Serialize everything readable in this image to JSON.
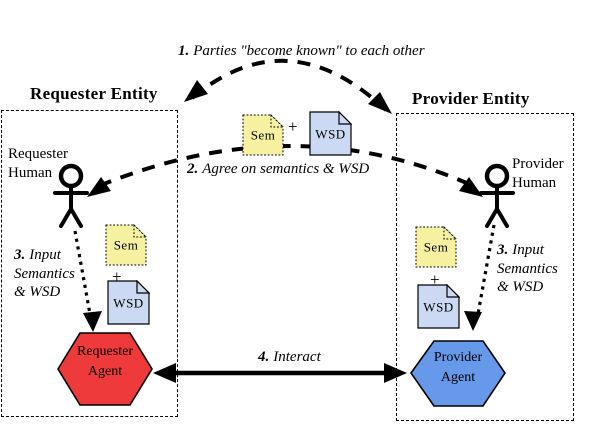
{
  "colors": {
    "background": "#ffffff",
    "line": "#000000",
    "sem_fill": "#f5f1a1",
    "wsd_fill": "#ccd9f3",
    "requester_agent_fill": "#ee3a3a",
    "provider_agent_fill": "#6699ea"
  },
  "requester": {
    "entity_title": "Requester Entity",
    "human": {
      "line1": "Requester",
      "line2": "Human"
    },
    "agent": {
      "line1": "Requester",
      "line2": "Agent"
    },
    "docs": {
      "sem": "Sem",
      "plus": "+",
      "wsd": "WSD"
    }
  },
  "provider": {
    "entity_title": "Provider Entity",
    "human": {
      "line1": "Provider",
      "line2": "Human"
    },
    "agent": {
      "line1": "Provider",
      "line2": "Agent"
    },
    "docs": {
      "sem": "Sem",
      "plus": "+",
      "wsd": "WSD"
    }
  },
  "center_docs": {
    "sem": "Sem",
    "plus": "+",
    "wsd": "WSD"
  },
  "steps": {
    "step1": {
      "number": "1.",
      "label": "Parties \"become known\" to each other"
    },
    "step2": {
      "number": "2.",
      "label": "Agree on semantics & WSD"
    },
    "step3_requester": {
      "number": "3.",
      "line1": "Input",
      "line2": "Semantics",
      "line3": "& WSD"
    },
    "step3_provider": {
      "number": "3.",
      "line1": "Input",
      "line2": "Semantics",
      "line3": "& WSD"
    },
    "step4": {
      "number": "4.",
      "label": "Interact"
    }
  }
}
